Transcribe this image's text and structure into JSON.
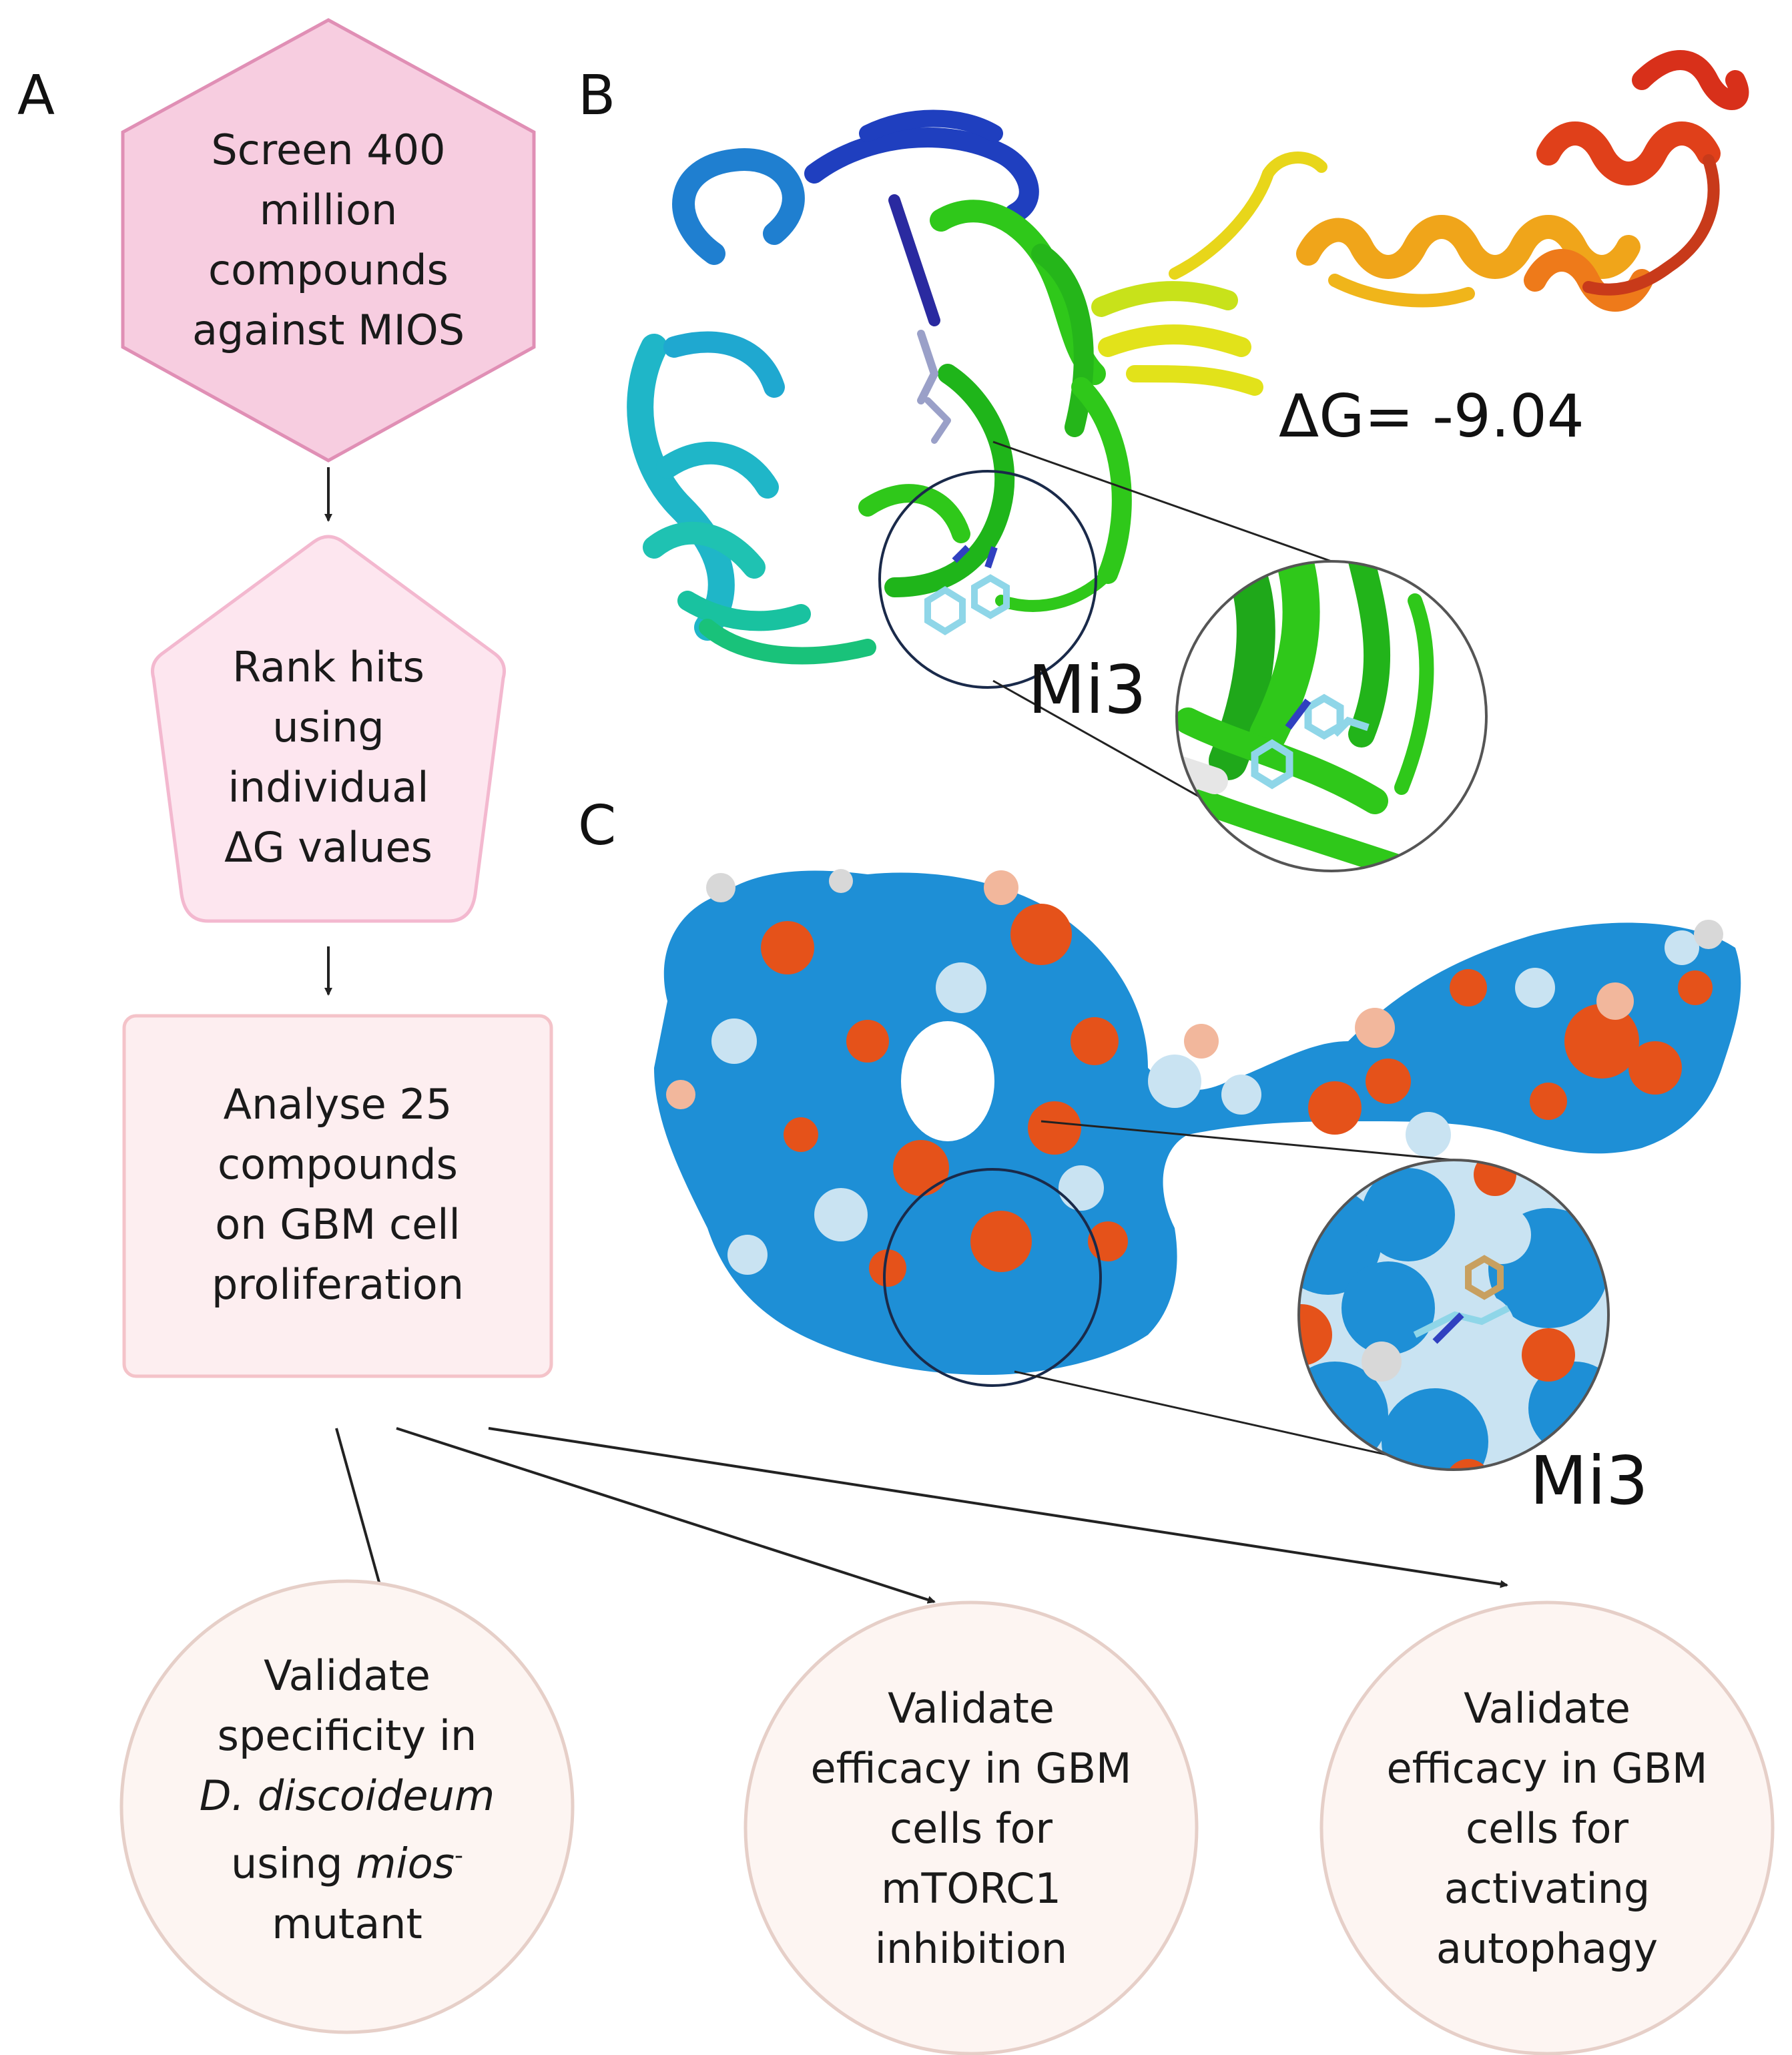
{
  "panels": {
    "a": "A",
    "b": "B",
    "c": "C"
  },
  "flow": {
    "step1": [
      "Screen 400",
      "million",
      "compounds",
      "against MIOS"
    ],
    "step2": [
      "Rank hits",
      "using",
      "individual",
      "ΔG values"
    ],
    "step3": [
      "Analyse 25",
      "compounds",
      "on GBM cell",
      "proliferation"
    ],
    "out1": {
      "line1": "Validate",
      "line2": "specificity in",
      "line3": "D. discoideum",
      "line4a": "using ",
      "line4b": "mios",
      "line4sup": "-",
      "line5": "mutant"
    },
    "out2": [
      "Validate",
      "efficacy in GBM",
      "cells for",
      "mTORC1",
      "inhibition"
    ],
    "out3": [
      "Validate",
      "efficacy in GBM",
      "cells for",
      "activating",
      "autophagy"
    ]
  },
  "panel_b": {
    "energy": "ΔG= -9.04",
    "ligand": "Mi3"
  },
  "panel_c": {
    "ligand": "Mi3"
  },
  "colors": {
    "hexagon_fill": "#f7cde0",
    "hexagon_stroke": "#e08fb5",
    "pentagon_fill": "#fde6ef",
    "pentagon_stroke": "#f3b8cf",
    "box_fill": "#fdeef0",
    "box_stroke": "#f4c3c9",
    "circle_fill": "#fdf5f2",
    "circle_stroke": "#e6cfc8",
    "ribbon": [
      "#1f3fbf",
      "#1f7fd0",
      "#1fb6c8",
      "#19c27a",
      "#2fc81a",
      "#e2e21a",
      "#f0a51a",
      "#e0401a"
    ],
    "surface": [
      "#1e8fd6",
      "#c9e3f2",
      "#e5521a",
      "#f2b79c",
      "#d8d8d8"
    ]
  }
}
